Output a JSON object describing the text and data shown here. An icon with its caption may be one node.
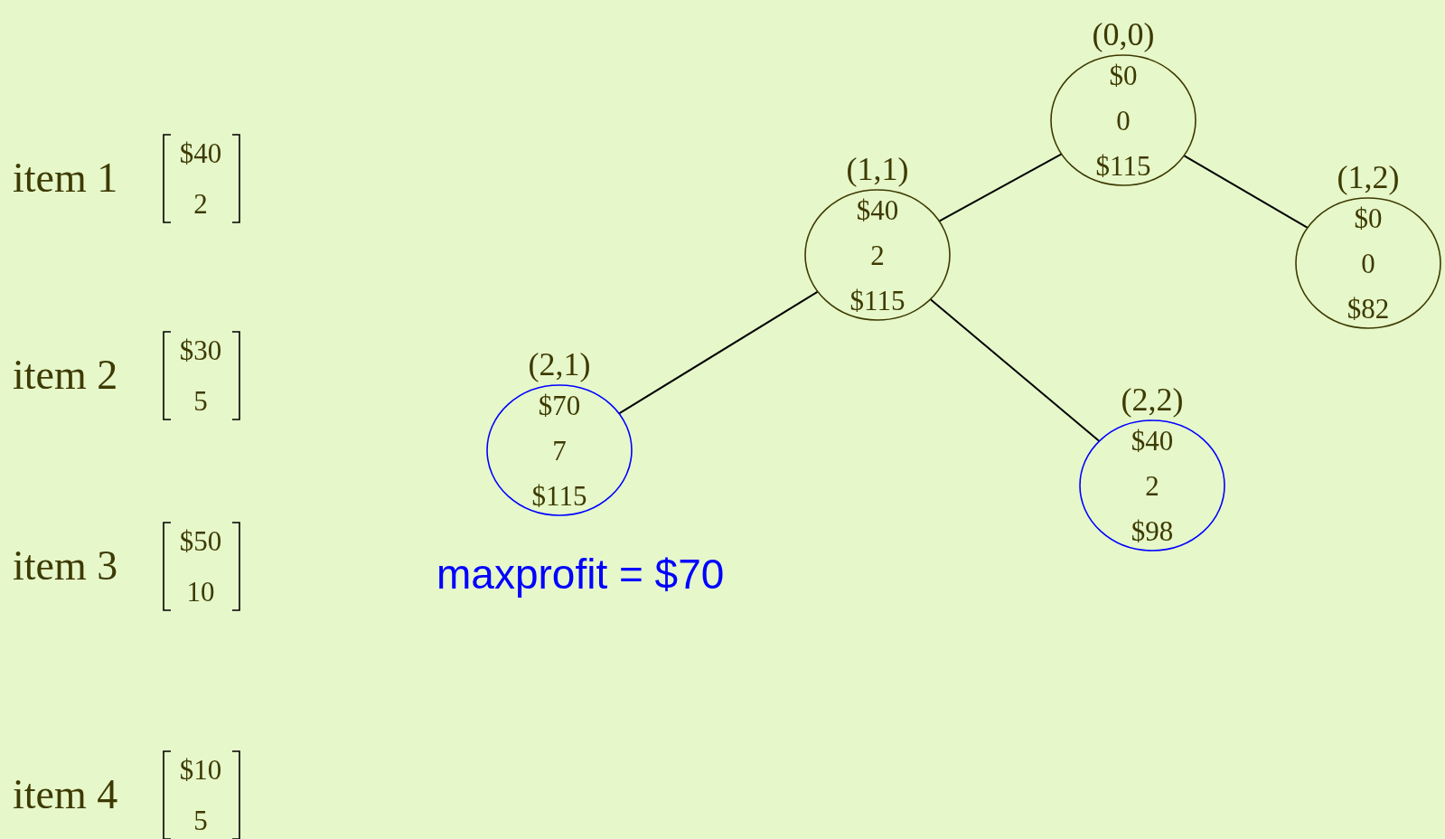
{
  "diagram": {
    "nodes": [
      {
        "text": [
          "(0,0)",
          "$0",
          "0",
          "$115"
        ]
      },
      {
        "text": [
          "(1,1)",
          "$40",
          "2",
          "$115"
        ]
      },
      {
        "text": [
          "(1,2)",
          "$0",
          "0",
          "$82"
        ]
      },
      {
        "text": [
          "(2,1)",
          "$70",
          "7",
          "$115"
        ]
      },
      {
        "text": [
          "(2,2)",
          "$40",
          "2",
          "$98"
        ]
      }
    ],
    "edges": [
      {
        "from": 0,
        "to": 1,
        "arrow": "none"
      },
      {
        "from": 0,
        "to": 2,
        "arrow": "none"
      },
      {
        "from": 1,
        "to": 3,
        "arrow": "none"
      },
      {
        "from": 1,
        "to": 4,
        "arrow": "none"
      }
    ],
    "labels": [
      "item 1",
      "$40",
      "2",
      "item 2",
      "$30",
      "5",
      "item 3",
      "$50",
      "10",
      "item 4",
      "$10",
      "5",
      "maxprofit = $70"
    ]
  }
}
